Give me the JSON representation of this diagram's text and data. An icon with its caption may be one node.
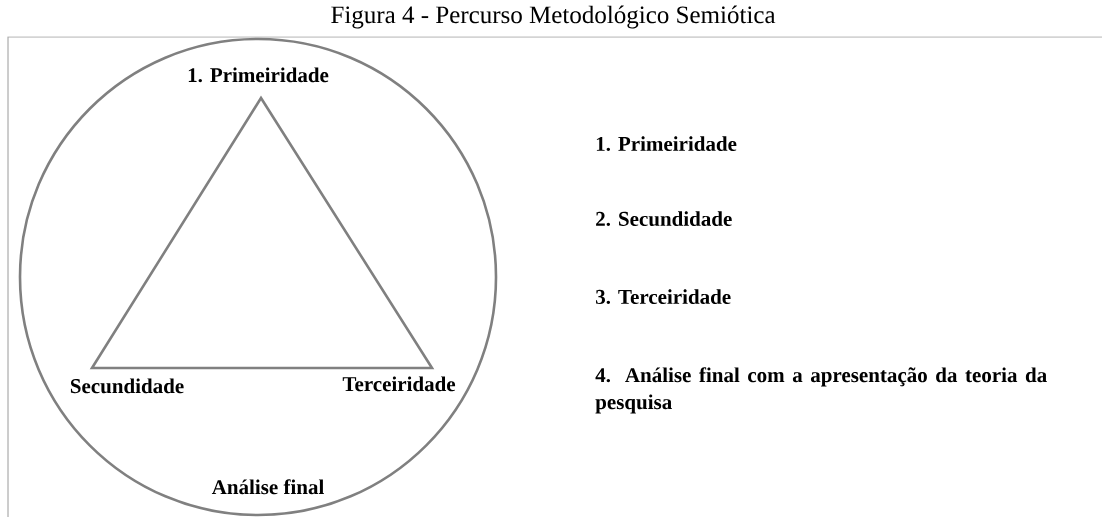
{
  "diagram": {
    "title": "Figura 4 - Percurso Metodológico Semiótica",
    "nodes": [
      {
        "text": [
          "Análise final"
        ]
      },
      {
        "text": [],
        "shape": "triangle",
        "in": 0
      }
    ],
    "labels": [
      "1. Primeiridade",
      "Secundidade",
      "Terceiridade",
      "1. Primeiridade",
      "2. Secundidade",
      "3. Terceiridade",
      "4. Análise final  com a apresentação da teoria da pesquisa"
    ]
  }
}
